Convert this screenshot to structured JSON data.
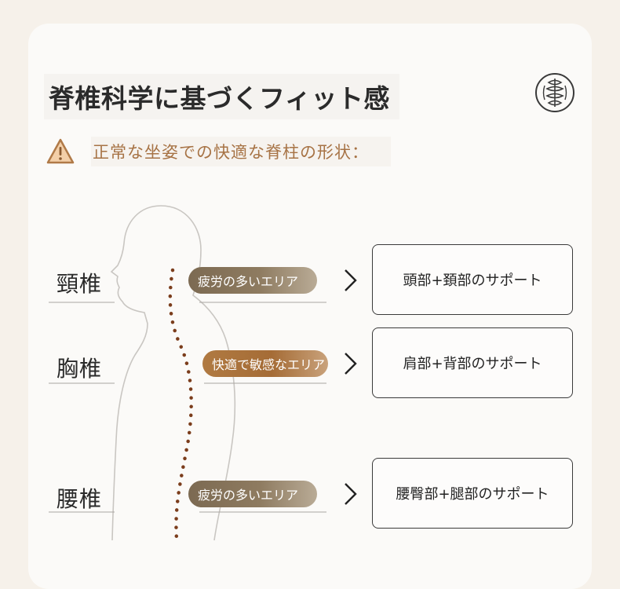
{
  "title": "脊椎科学に基づくフィット感",
  "subtitle": "正常な坐姿での快適な脊柱の形状：",
  "icons": {
    "warning": "warning-triangle-icon",
    "spine": "spine-icon",
    "chevron": "chevron-right-icon"
  },
  "colors": {
    "accent_text": "#a77345",
    "pill_dim": "#7c6a52",
    "pill_warm": "#b07a42",
    "spine_dots": "#7b3d1c"
  },
  "rows": [
    {
      "region": "頸椎",
      "area": "疲労の多いエリア",
      "support": "頭部+頚部のサポート"
    },
    {
      "region": "胸椎",
      "area": "快適で敏感なエリア",
      "support": "肩部+背部のサポート"
    },
    {
      "region": "腰椎",
      "area": "疲労の多いエリア",
      "support": "腰臀部+腿部のサポート"
    }
  ]
}
